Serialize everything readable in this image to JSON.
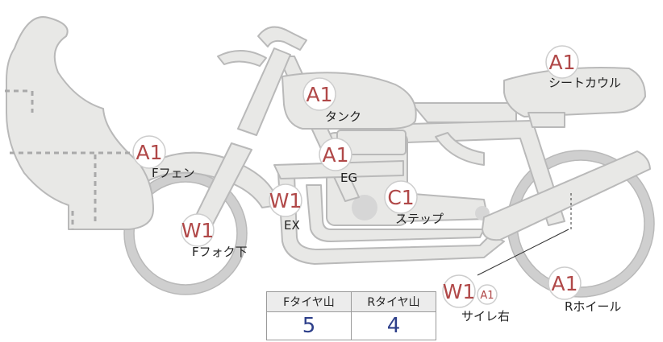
{
  "parts": [
    {
      "id": "seat-cowl",
      "grade": "A1",
      "label": "シートカウル"
    },
    {
      "id": "tank",
      "grade": "A1",
      "label": "タンク"
    },
    {
      "id": "f-fender",
      "grade": "A1",
      "label": "Fフェン"
    },
    {
      "id": "eg",
      "grade": "A1",
      "label": "EG"
    },
    {
      "id": "ex",
      "grade": "W1",
      "label": "EX"
    },
    {
      "id": "step",
      "grade": "C1",
      "label": "ステップ"
    },
    {
      "id": "f-fork-lower",
      "grade": "W1",
      "label": "Fフォク下"
    },
    {
      "id": "muffler-right",
      "grade": "W1",
      "grade2": "A1",
      "label": "サイレ右"
    },
    {
      "id": "r-wheel",
      "grade": "A1",
      "label": "Rホイール"
    }
  ],
  "tread": {
    "front_header": "Fタイヤ山",
    "rear_header": "Rタイヤ山",
    "front_value": "5",
    "rear_value": "4"
  },
  "colors": {
    "body_fill": "#e8e8e6",
    "body_stroke": "#b9b9b9",
    "badge_text": "#b04848",
    "tread_value": "#2d3f8a"
  }
}
